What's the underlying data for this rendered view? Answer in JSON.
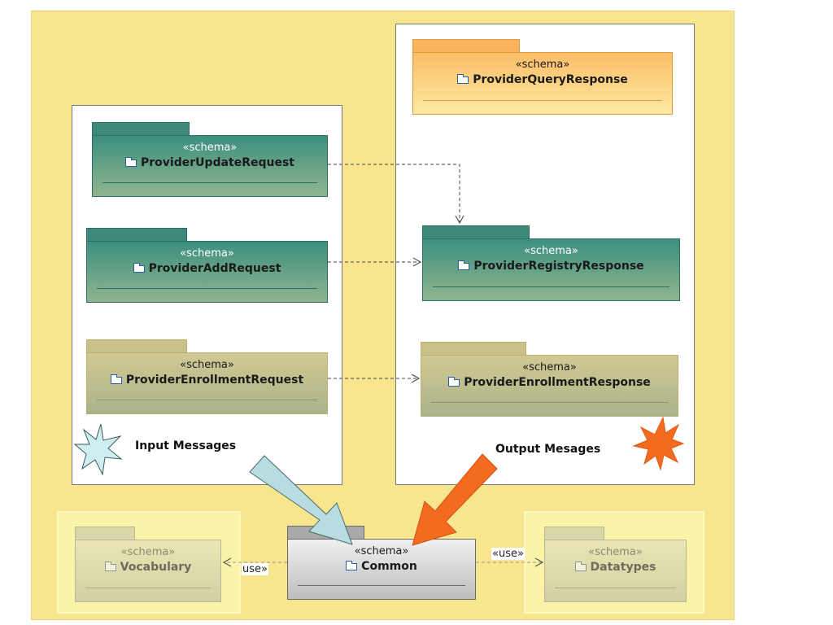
{
  "colors": {
    "background_area": "#f8e68f",
    "teal_package": "#3d8a7a",
    "olive_package": "#c9c08a",
    "orange_package": "#f9b35a",
    "common_package": "#bdbdbd",
    "input_arrow": "#b7dde0",
    "output_arrow": "#f46a1e"
  },
  "packages": {
    "provider_update_request": {
      "stereotype": "«schema»",
      "name": "ProviderUpdateRequest"
    },
    "provider_add_request": {
      "stereotype": "«schema»",
      "name": "ProviderAddRequest"
    },
    "provider_enrollment_request": {
      "stereotype": "«schema»",
      "name": "ProviderEnrollmentRequest"
    },
    "provider_query_response": {
      "stereotype": "«schema»",
      "name": "ProviderQueryResponse"
    },
    "provider_registry_response": {
      "stereotype": "«schema»",
      "name": "ProviderRegistryResponse"
    },
    "provider_enrollment_response": {
      "stereotype": "«schema»",
      "name": "ProviderEnrollmentResponse"
    },
    "common": {
      "stereotype": "«schema»",
      "name": "Common"
    },
    "vocabulary": {
      "stereotype": "«schema»",
      "name": "Vocabulary"
    },
    "datatypes": {
      "stereotype": "«schema»",
      "name": "Datatypes"
    }
  },
  "groups": {
    "input_caption": "Input Messages",
    "output_caption": "Output Mesages"
  },
  "dependencies": {
    "common_to_vocabulary": "use»",
    "common_to_datatypes": "«use»"
  },
  "icons": {
    "input_group": "starburst-outline-icon",
    "output_group": "starburst-filled-icon",
    "package": "folder-icon"
  }
}
